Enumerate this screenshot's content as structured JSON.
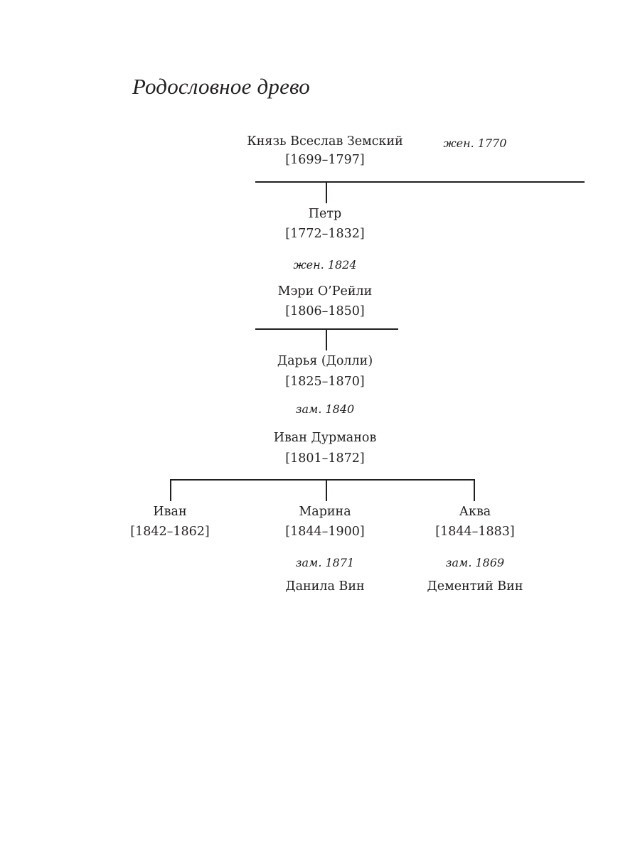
{
  "title": "Родословное древо",
  "tree": {
    "root": {
      "name": "Князь Всеслав Земский",
      "dates": "[1699–1797]",
      "marriage": "жен. 1770"
    },
    "petr": {
      "name": "Петр",
      "dates": "[1772–1832]",
      "marriage": "жен. 1824",
      "spouse_name": "Мэри О’Рейли",
      "spouse_dates": "[1806–1850]"
    },
    "daria": {
      "name": "Дарья (Долли)",
      "dates": "[1825–1870]",
      "marriage": "зам. 1840",
      "spouse_name": "Иван Дурманов",
      "spouse_dates": "[1801–1872]"
    },
    "children": [
      {
        "name": "Иван",
        "dates": "[1842–1862]"
      },
      {
        "name": "Марина",
        "dates": "[1844–1900]",
        "marriage": "зам. 1871",
        "spouse_name": "Данила Вин"
      },
      {
        "name": "Аква",
        "dates": "[1844–1883]",
        "marriage": "зам. 1869",
        "spouse_name": "Дементий Вин"
      }
    ]
  }
}
